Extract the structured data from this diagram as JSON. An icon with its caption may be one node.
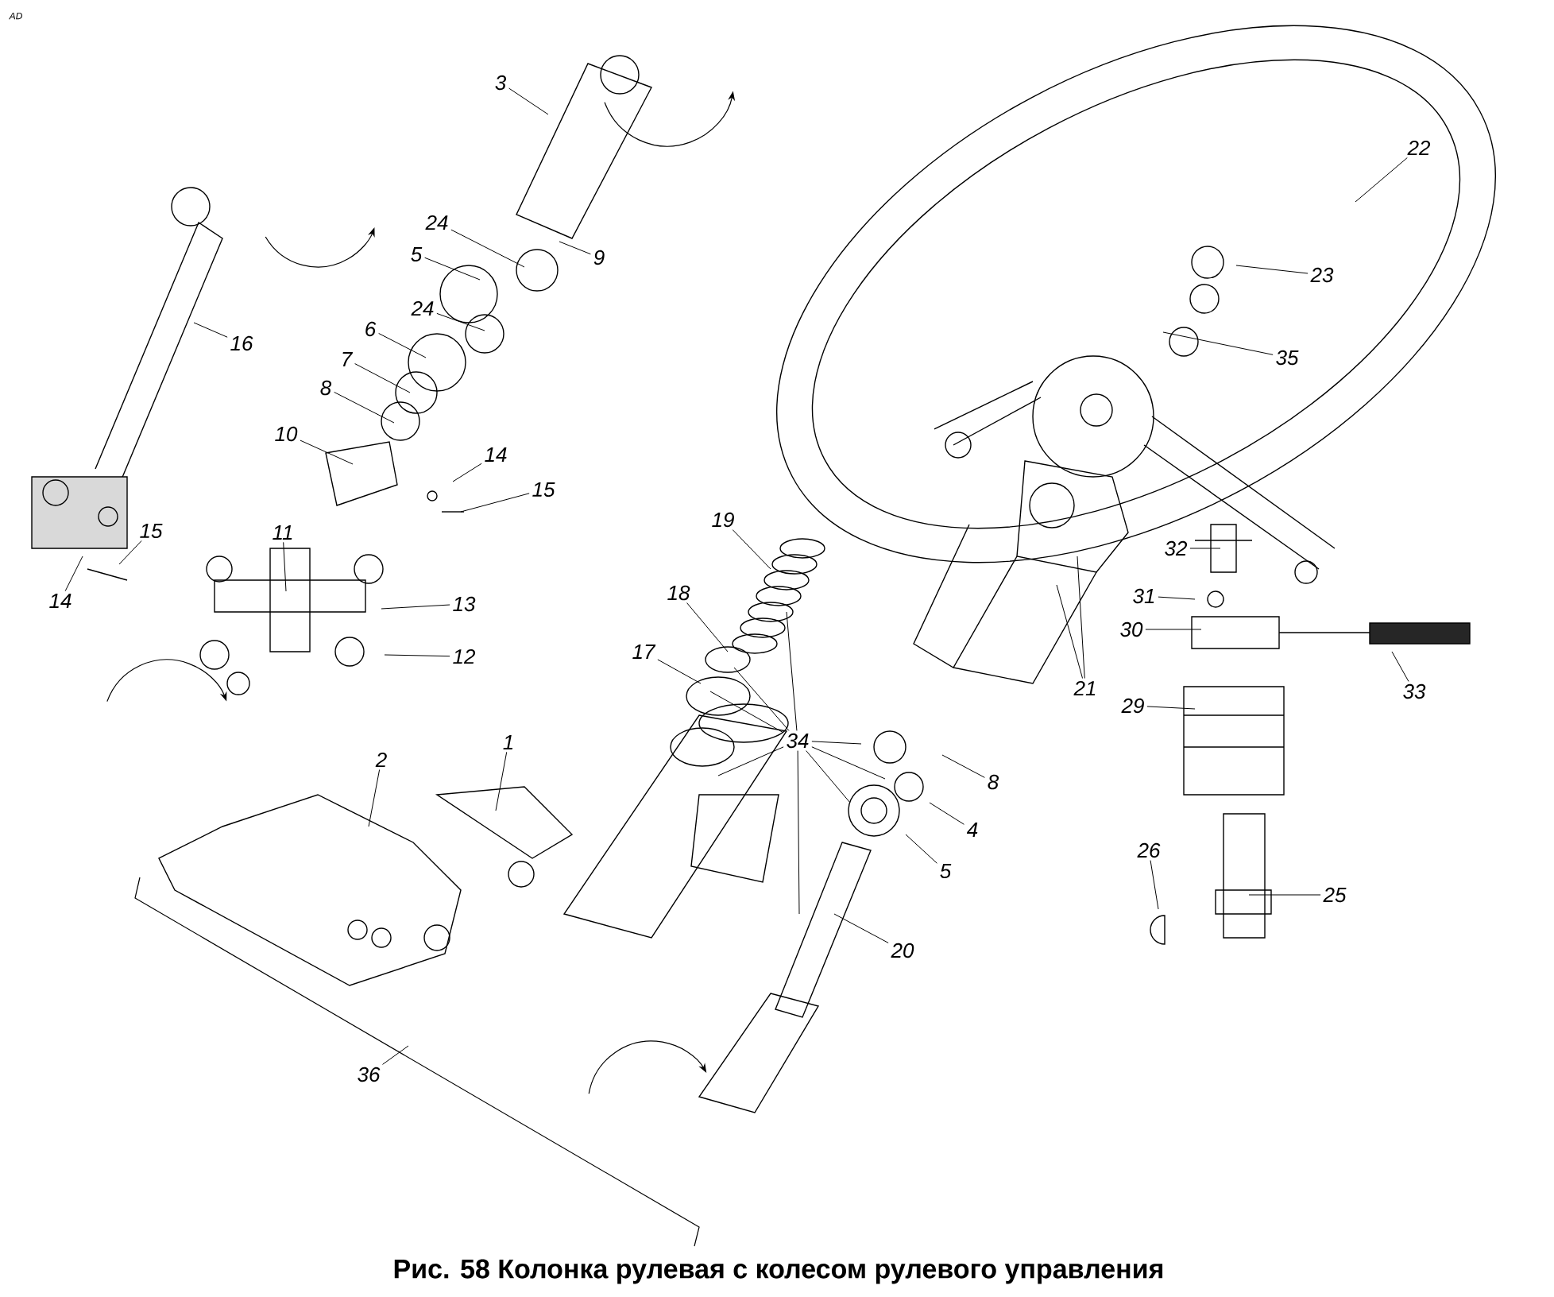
{
  "diagram": {
    "caption": "Рис. 58 Колонка рулевая с колесом рулевого управления",
    "nodes": [
      {
        "text": [
          "3"
        ]
      },
      {
        "text": [
          "9"
        ]
      },
      {
        "text": [
          "24"
        ]
      },
      {
        "text": [
          "5"
        ]
      },
      {
        "text": [
          "24"
        ]
      },
      {
        "text": [
          "6"
        ]
      },
      {
        "text": [
          "7"
        ]
      },
      {
        "text": [
          "8"
        ]
      },
      {
        "text": [
          "10"
        ]
      },
      {
        "text": [
          "14"
        ]
      },
      {
        "text": [
          "15"
        ]
      },
      {
        "text": [
          "16"
        ]
      },
      {
        "text": [
          "15"
        ]
      },
      {
        "text": [
          "14"
        ]
      },
      {
        "text": [
          "11"
        ]
      },
      {
        "text": [
          "13"
        ]
      },
      {
        "text": [
          "12"
        ]
      },
      {
        "text": [
          "2"
        ]
      },
      {
        "text": [
          "1"
        ]
      },
      {
        "text": [
          "19"
        ]
      },
      {
        "text": [
          "18"
        ]
      },
      {
        "text": [
          "17"
        ]
      },
      {
        "text": [
          "34"
        ]
      },
      {
        "text": [
          "8"
        ]
      },
      {
        "text": [
          "4"
        ]
      },
      {
        "text": [
          "5"
        ]
      },
      {
        "text": [
          "20"
        ]
      },
      {
        "text": [
          "36"
        ]
      },
      {
        "text": [
          "22"
        ]
      },
      {
        "text": [
          "23"
        ]
      },
      {
        "text": [
          "35"
        ]
      },
      {
        "text": [
          "32"
        ]
      },
      {
        "text": [
          "31"
        ]
      },
      {
        "text": [
          "30"
        ]
      },
      {
        "text": [
          "33"
        ]
      },
      {
        "text": [
          "21"
        ]
      },
      {
        "text": [
          "29"
        ]
      },
      {
        "text": [
          "26"
        ]
      },
      {
        "text": [
          "25"
        ]
      }
    ],
    "edges": [
      {
        "from": 0,
        "to": null,
        "arrow": "none"
      },
      {
        "from": 1,
        "to": null,
        "arrow": "none"
      },
      {
        "from": 2,
        "to": null,
        "arrow": "none"
      },
      {
        "from": 3,
        "to": null,
        "arrow": "none"
      },
      {
        "from": 4,
        "to": null,
        "arrow": "none"
      },
      {
        "from": 5,
        "to": null,
        "arrow": "none"
      },
      {
        "from": 6,
        "to": null,
        "arrow": "none"
      },
      {
        "from": 7,
        "to": null,
        "arrow": "none"
      },
      {
        "from": 8,
        "to": null,
        "arrow": "none"
      },
      {
        "from": 9,
        "to": null,
        "arrow": "none"
      },
      {
        "from": 10,
        "to": null,
        "arrow": "none"
      },
      {
        "from": 11,
        "to": null,
        "arrow": "none"
      },
      {
        "from": 12,
        "to": null,
        "arrow": "none"
      },
      {
        "from": 13,
        "to": null,
        "arrow": "none"
      },
      {
        "from": 14,
        "to": null,
        "arrow": "none"
      },
      {
        "from": 15,
        "to": null,
        "arrow": "none"
      },
      {
        "from": 16,
        "to": null,
        "arrow": "none"
      },
      {
        "from": 17,
        "to": null,
        "arrow": "none"
      },
      {
        "from": 18,
        "to": null,
        "arrow": "none"
      },
      {
        "from": 19,
        "to": null,
        "arrow": "none"
      },
      {
        "from": 20,
        "to": null,
        "arrow": "none"
      },
      {
        "from": 21,
        "to": null,
        "arrow": "none"
      },
      {
        "from": 22,
        "to": null,
        "arrow": "none"
      },
      {
        "from": 22,
        "to": null,
        "arrow": "none"
      },
      {
        "from": 22,
        "to": null,
        "arrow": "none"
      },
      {
        "from": 22,
        "to": null,
        "arrow": "none"
      },
      {
        "from": 22,
        "to": null,
        "arrow": "none"
      },
      {
        "from": 22,
        "to": null,
        "arrow": "none"
      },
      {
        "from": 22,
        "to": null,
        "arrow": "none"
      },
      {
        "from": 22,
        "to": null,
        "arrow": "none"
      },
      {
        "from": 23,
        "to": null,
        "arrow": "none"
      },
      {
        "from": 24,
        "to": null,
        "arrow": "none"
      },
      {
        "from": 25,
        "to": null,
        "arrow": "none"
      },
      {
        "from": 26,
        "to": null,
        "arrow": "none"
      },
      {
        "from": 27,
        "to": null,
        "arrow": "none"
      },
      {
        "from": 28,
        "to": null,
        "arrow": "none"
      },
      {
        "from": 29,
        "to": null,
        "arrow": "none"
      },
      {
        "from": 30,
        "to": null,
        "arrow": "none"
      },
      {
        "from": 31,
        "to": null,
        "arrow": "none"
      },
      {
        "from": 32,
        "to": null,
        "arrow": "none"
      },
      {
        "from": 33,
        "to": null,
        "arrow": "none"
      },
      {
        "from": 34,
        "to": null,
        "arrow": "none"
      },
      {
        "from": 35,
        "to": null,
        "arrow": "none"
      },
      {
        "from": 35,
        "to": null,
        "arrow": "none"
      },
      {
        "from": 36,
        "to": null,
        "arrow": "none"
      },
      {
        "from": 37,
        "to": null,
        "arrow": "none"
      },
      {
        "from": 38,
        "to": null,
        "arrow": "none"
      }
    ],
    "labels": [
      "AD"
    ]
  }
}
